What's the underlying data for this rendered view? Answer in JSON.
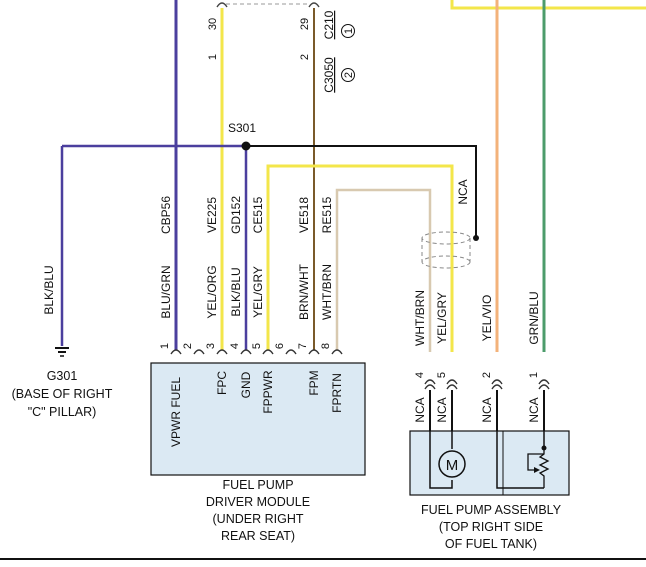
{
  "colors": {
    "purple": "#4b3f9e",
    "yellow": "#f3e64a",
    "brown": "#7a5a2a",
    "tan": "#d8c9b0",
    "orange": "#f3b27a",
    "green": "#4c9c6b",
    "black": "#111111",
    "module_fill": "#dbe9f3"
  },
  "top_connector": {
    "pins": [
      "30",
      "1",
      "29",
      "2"
    ],
    "c210": "C210",
    "c3050": "C3050",
    "circle1": "1",
    "circle2": "2"
  },
  "splice": "S301",
  "ground": {
    "wire": "BLK/BLU",
    "id": "G301",
    "location": [
      "(BASE OF RIGHT",
      "\"C\" PILLAR)"
    ]
  },
  "module": {
    "wires": [
      {
        "circuit": "CBP56",
        "color": "BLU/GRN",
        "pin": "1",
        "name": "VPWR FUEL"
      },
      {
        "circuit": "",
        "color": "",
        "pin": "2",
        "name": ""
      },
      {
        "circuit": "VE225",
        "color": "YEL/ORG",
        "pin": "3",
        "name": "FPC"
      },
      {
        "circuit": "GD152",
        "color": "BLK/BLU",
        "pin": "4",
        "name": "GND"
      },
      {
        "circuit": "CE515",
        "color": "YEL/GRY",
        "pin": "5",
        "name": "FPPWR"
      },
      {
        "circuit": "",
        "color": "",
        "pin": "6",
        "name": ""
      },
      {
        "circuit": "VE518",
        "color": "BRN/WHT",
        "pin": "7",
        "name": "FPM"
      },
      {
        "circuit": "RE515",
        "color": "WHT/BRN",
        "pin": "8",
        "name": "FPRTN"
      }
    ],
    "caption": [
      "FUEL PUMP",
      "DRIVER MODULE",
      "(UNDER RIGHT",
      "REAR SEAT)"
    ]
  },
  "shield_nca": "NCA",
  "assembly": {
    "wires": [
      {
        "color": "WHT/BRN",
        "pin": "4",
        "nca": "NCA"
      },
      {
        "color": "YEL/GRY",
        "pin": "5",
        "nca": "NCA"
      },
      {
        "color": "YEL/VIO",
        "pin": "2",
        "nca": "NCA"
      },
      {
        "color": "GRN/BLU",
        "pin": "1",
        "nca": "NCA"
      }
    ],
    "motor": "M",
    "caption": [
      "FUEL PUMP ASSEMBLY",
      "(TOP RIGHT SIDE",
      "OF FUEL TANK)"
    ]
  }
}
